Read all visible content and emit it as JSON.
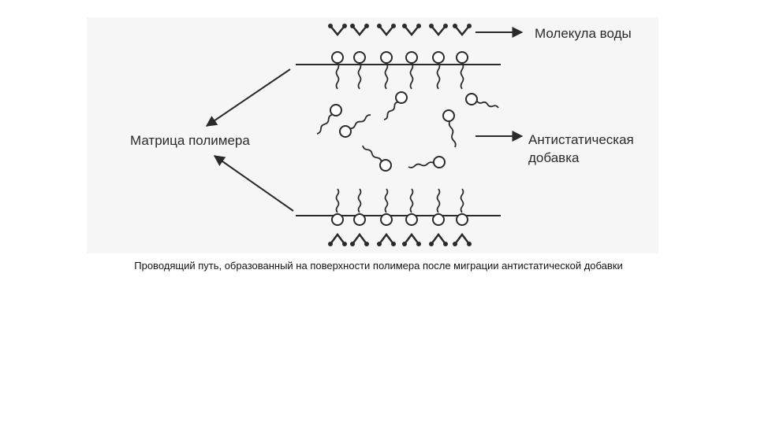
{
  "labels": {
    "water_molecule": "Молекула воды",
    "polymer_matrix": "Матрица полимера",
    "antistatic_line1": "Антистатическая",
    "antistatic_line2": "добавка"
  },
  "caption": "Проводящий путь, образованный на поверхности полимера после миграции антистатической добавки",
  "colors": {
    "ink": "#2a2a2a",
    "figure_bg": "#f6f6f6"
  }
}
